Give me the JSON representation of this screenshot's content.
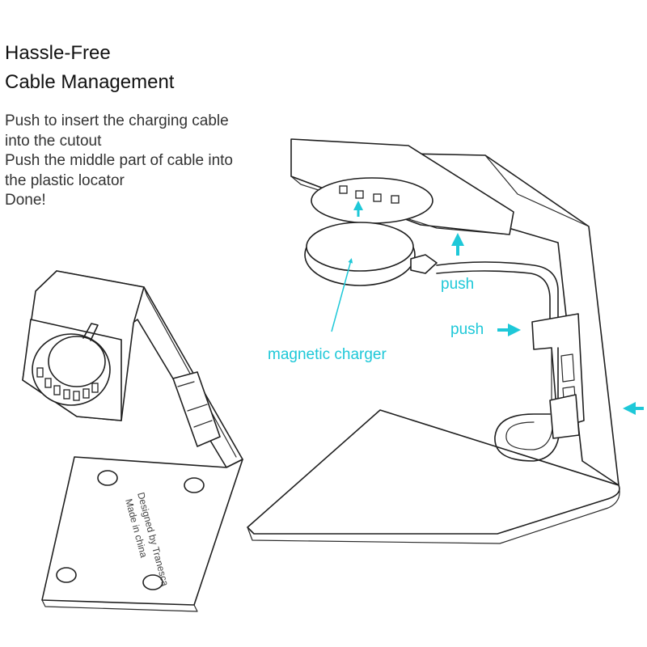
{
  "heading": {
    "line1": "Hassle-Free",
    "line2": "Cable Management"
  },
  "steps": [
    "Push to insert the charging cable",
    "into the cutout",
    "Push the middle part of cable into",
    "the plastic locator",
    "Done!"
  ],
  "annotations": {
    "push_top": "push",
    "push_side": "push",
    "magnetic_charger": "magnetic charger"
  },
  "base_text": {
    "line1": "Designed by Tranesca",
    "line2": "Made in china"
  },
  "colors": {
    "accent": "#1ec8d8",
    "line": "#1f1f1f",
    "text": "#333333"
  }
}
